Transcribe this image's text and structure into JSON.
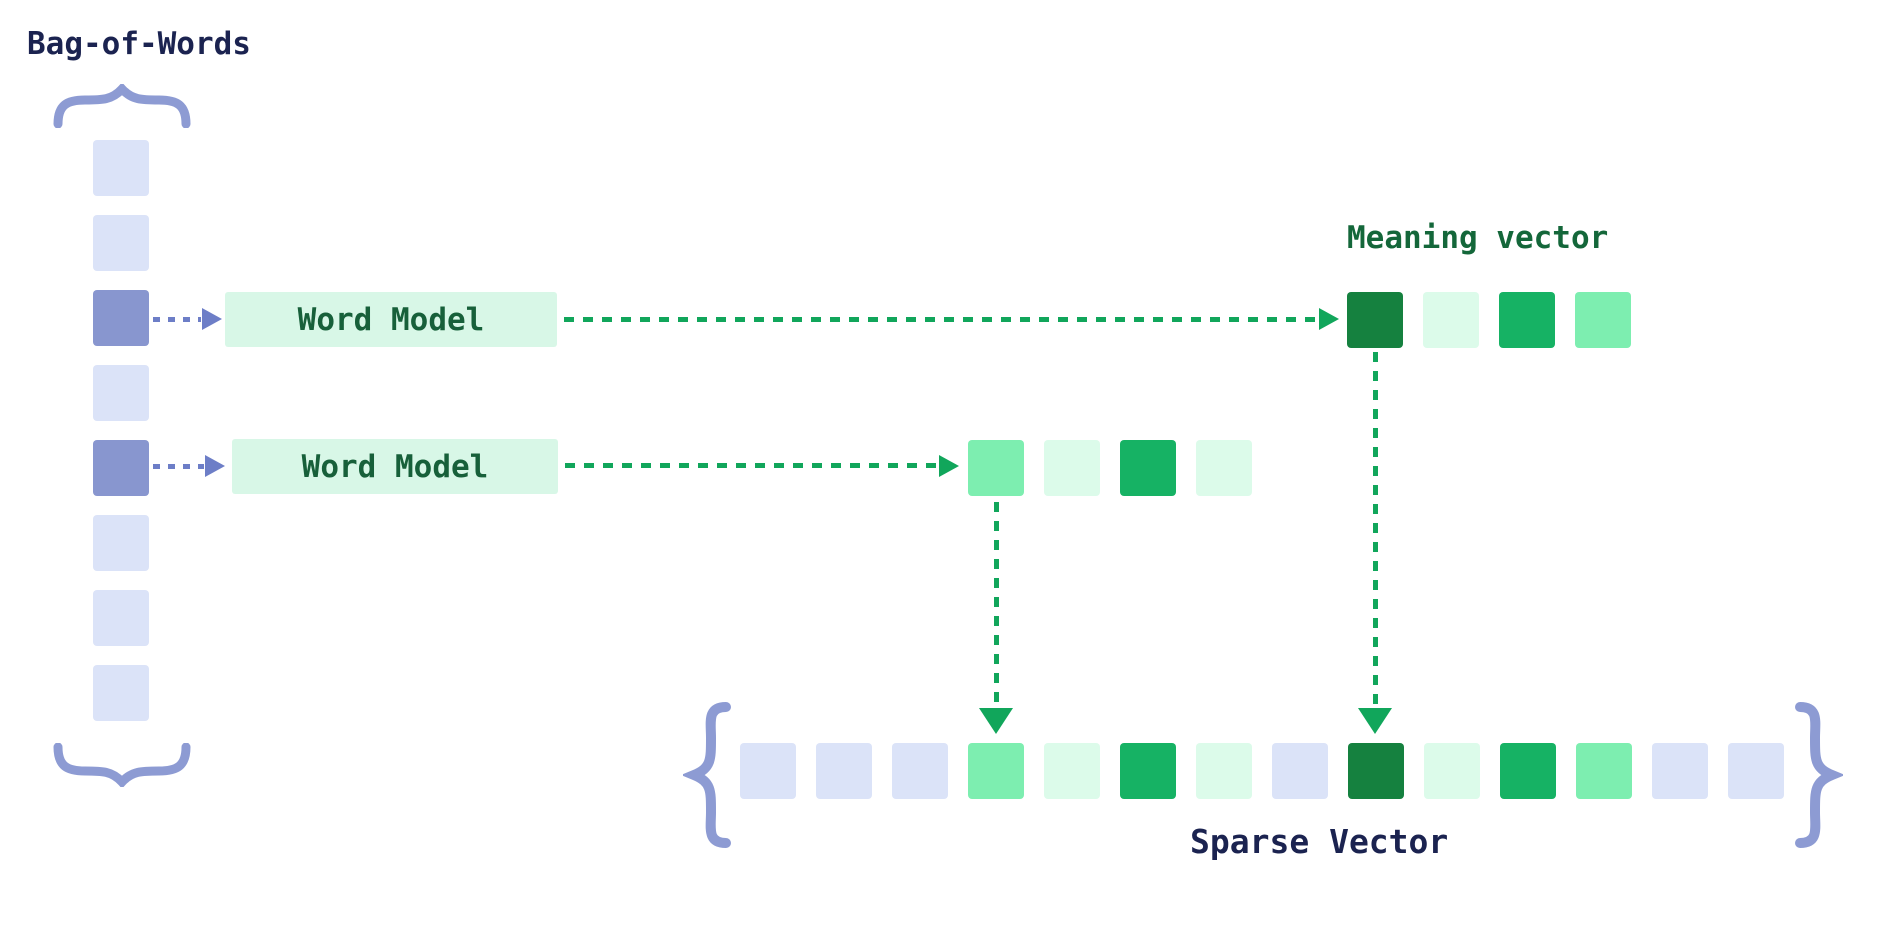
{
  "palette": {
    "navy_text": "#1b2350",
    "green_text_box": "#17603a",
    "green_text_label": "#14673a",
    "mint_box_bg": "#d8f7e7",
    "lavender": "#dbe3f8",
    "periwinkle": "#8896cf",
    "green_dark": "#15813f",
    "green_mid": "#16b264",
    "green_light": "#7deeb0",
    "green_pale": "#dcfbea",
    "blue_arrow": "#6d7ec7",
    "green_arrow": "#11a65b",
    "brace": "#8d9bd3"
  },
  "labels": {
    "bag_of_words": "Bag-of-Words",
    "word_model_1": "Word Model",
    "word_model_2": "Word Model",
    "meaning_vector": "Meaning vector",
    "sparse_vector": "Sparse Vector"
  },
  "bag_of_words_column": {
    "cells": [
      "lavender",
      "lavender",
      "periwinkle",
      "lavender",
      "periwinkle",
      "lavender",
      "lavender",
      "lavender"
    ]
  },
  "meaning_vector_row": {
    "cells": [
      "green_dark",
      "green_pale",
      "green_mid",
      "green_light"
    ]
  },
  "word_vector_row": {
    "cells": [
      "green_light",
      "green_pale",
      "green_mid",
      "green_pale"
    ]
  },
  "sparse_vector_row": {
    "cells": [
      "lavender",
      "lavender",
      "lavender",
      "green_light",
      "green_pale",
      "green_mid",
      "green_pale",
      "lavender",
      "green_dark",
      "green_pale",
      "green_mid",
      "green_light",
      "lavender",
      "lavender"
    ]
  }
}
